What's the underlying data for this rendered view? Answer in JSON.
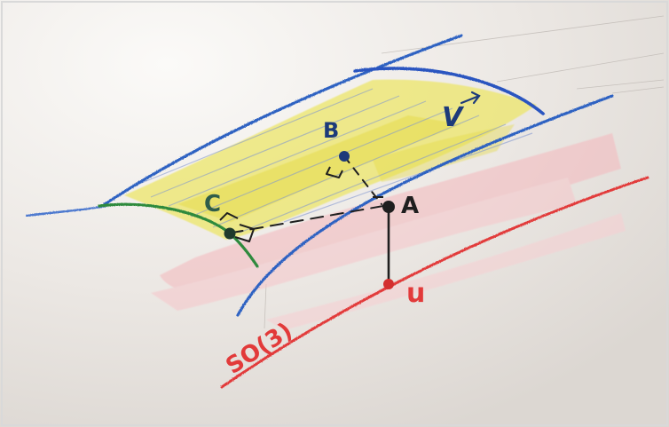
{
  "labels": {
    "point_a": "A",
    "point_b": "B",
    "point_c": "C",
    "point_u": "u",
    "manifold": "SO(3)",
    "subspace": "V"
  },
  "colors": {
    "paper": "#eeeae6",
    "red_pencil": "#e23a3a",
    "red_shading": "#f2a8ad",
    "blue_pencil": "#2f62c2",
    "blue_outline": "#2a55c0",
    "yellow_shading": "#e7e45c",
    "green_pencil": "#2e8a3e",
    "graphite": "#1f1f1f",
    "dark_blue_text": "#1d3a7a",
    "dark_green_text": "#2f5d4a"
  }
}
